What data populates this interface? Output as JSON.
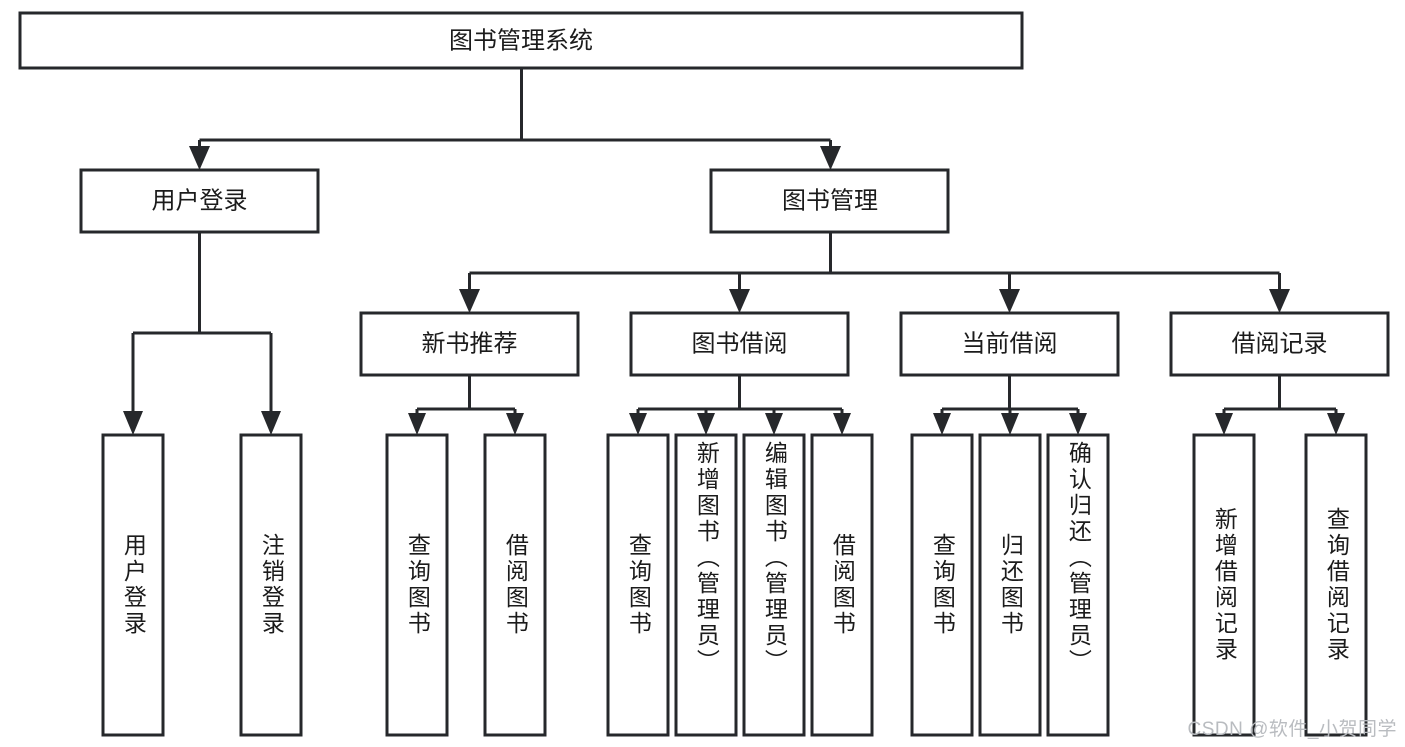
{
  "diagram": {
    "type": "tree",
    "title": "图书管理系统",
    "orientation": "top-down",
    "root": {
      "id": "root",
      "label": "图书管理系统",
      "level": 0
    },
    "level1": [
      {
        "id": "user-login",
        "label": "用户登录"
      },
      {
        "id": "book-manage",
        "label": "图书管理"
      }
    ],
    "level2": [
      {
        "id": "new-book-rec",
        "label": "新书推荐",
        "parent": "book-manage"
      },
      {
        "id": "book-borrow",
        "label": "图书借阅",
        "parent": "book-manage"
      },
      {
        "id": "current-borrow",
        "label": "当前借阅",
        "parent": "book-manage"
      },
      {
        "id": "borrow-record",
        "label": "借阅记录",
        "parent": "book-manage"
      }
    ],
    "leaves": {
      "user-login": [
        {
          "id": "leaf-user-login",
          "label": "用户登录"
        },
        {
          "id": "leaf-user-logout",
          "label": "注销登录"
        }
      ],
      "new-book-rec": [
        {
          "id": "leaf-query-book-1",
          "label": "查询图书"
        },
        {
          "id": "leaf-borrow-book-1",
          "label": "借阅图书"
        }
      ],
      "book-borrow": [
        {
          "id": "leaf-query-book-2",
          "label": "查询图书"
        },
        {
          "id": "leaf-add-book",
          "label": "新增图书（管理员）"
        },
        {
          "id": "leaf-edit-book",
          "label": "编辑图书（管理员）"
        },
        {
          "id": "leaf-borrow-book-2",
          "label": "借阅图书"
        }
      ],
      "current-borrow": [
        {
          "id": "leaf-query-book-3",
          "label": "查询图书"
        },
        {
          "id": "leaf-return-book",
          "label": "归还图书"
        },
        {
          "id": "leaf-confirm-return",
          "label": "确认归还（管理员）"
        }
      ],
      "borrow-record": [
        {
          "id": "leaf-add-record",
          "label": "新增借阅记录"
        },
        {
          "id": "leaf-query-record",
          "label": "查询借阅记录"
        }
      ]
    }
  },
  "watermark": {
    "text": "CSDN @软件_小贺同学"
  },
  "colors": {
    "stroke": "#26282b",
    "fill": "#ffffff",
    "text": "#1b1b1b",
    "watermark": "#b9bcc0"
  }
}
